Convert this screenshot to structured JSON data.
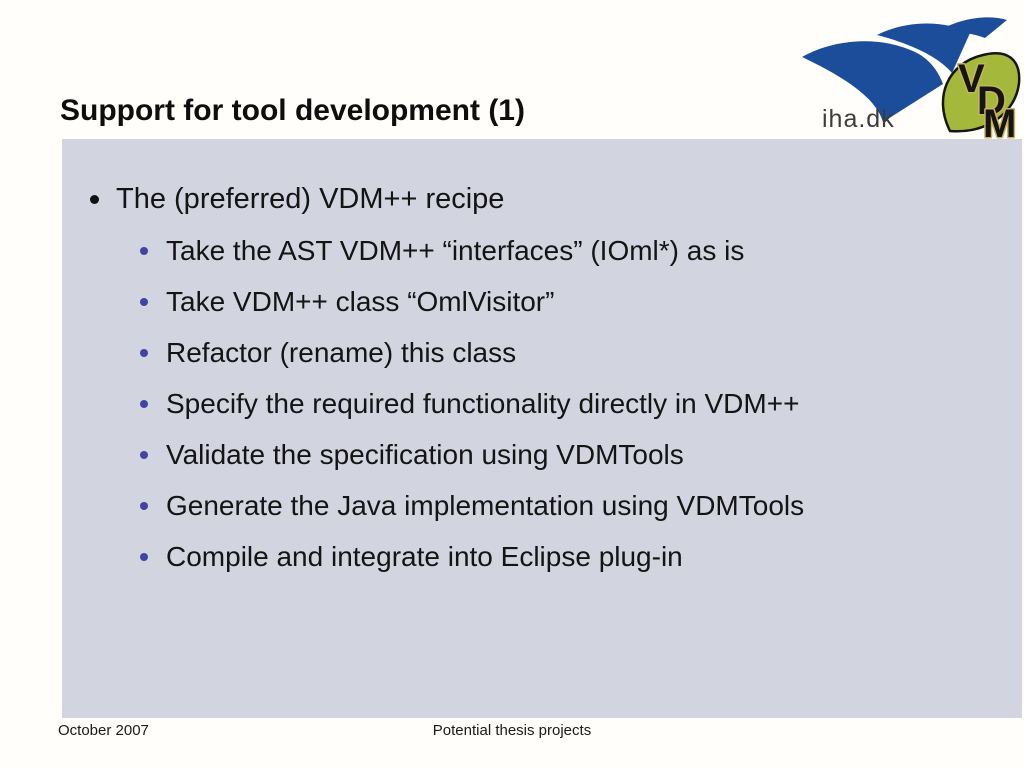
{
  "slide": {
    "title": "Support for tool development (1)",
    "content": {
      "bullets": [
        {
          "level": 1,
          "text": "The (preferred) VDM++ recipe"
        },
        {
          "level": 2,
          "text": "Take the AST VDM++ “interfaces” (IOml*) as is"
        },
        {
          "level": 2,
          "text": "Take VDM++ class “OmlVisitor”"
        },
        {
          "level": 2,
          "text": "Refactor (rename) this class"
        },
        {
          "level": 2,
          "text": "Specify the required functionality directly in VDM++"
        },
        {
          "level": 2,
          "text": "Validate the specification using VDMTools"
        },
        {
          "level": 2,
          "text": "Generate the Java implementation using VDMTools"
        },
        {
          "level": 2,
          "text": "Compile and integrate into Eclipse plug-in"
        }
      ]
    },
    "footer": {
      "date": "October 2007",
      "title": "Potential thesis projects"
    },
    "logo": {
      "iha_label": "iha.dk",
      "vdm": {
        "v": "V",
        "d": "D",
        "m": "M"
      }
    },
    "colors": {
      "content_box_bg": "#d2d5e0",
      "title_text": "#0e0e0e",
      "body_text": "#141414",
      "level1_bullet": "#111111",
      "level2_bullet": "#4343a5",
      "sail_blue": "#1b4d9b",
      "iha_text": "#3c3c3c",
      "leaf_green": "#a4b83c",
      "vdm_letter_fill": "#151515",
      "vdm_letter_outline": "#c9b35c"
    }
  }
}
